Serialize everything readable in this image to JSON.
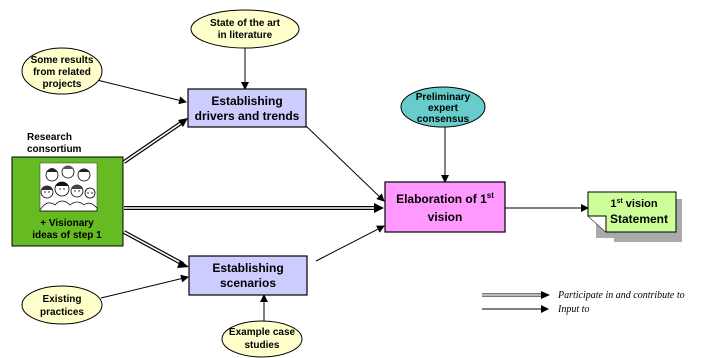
{
  "nodes": {
    "state_of_art": {
      "lines": [
        "State of the art",
        "in literature"
      ]
    },
    "related_projects": {
      "lines": [
        "Some results",
        "from related",
        "projects"
      ]
    },
    "existing_practices": {
      "lines": [
        "Existing",
        "practices"
      ]
    },
    "example_cases": {
      "lines": [
        "Example case",
        "studies"
      ]
    },
    "expert_consensus": {
      "lines": [
        "Preliminary",
        "expert",
        "consensus"
      ]
    },
    "research_consortium_label": {
      "lines": [
        "Research",
        "consortium"
      ]
    },
    "visionary_ideas": {
      "lines": [
        "+ Visionary",
        "ideas of step 1"
      ]
    },
    "drivers_trends": {
      "lines": [
        "Establishing",
        "drivers and trends"
      ]
    },
    "scenarios": {
      "lines": [
        "Establishing",
        "scenarios"
      ]
    },
    "elaboration": {
      "line1": "Elaboration of 1",
      "line1_sup": "st",
      "line2": "vision"
    },
    "vision_statement": {
      "line1_pre": "1",
      "line1_sup": "st",
      "line1_post": " vision",
      "line2": "Statement"
    }
  },
  "legend": {
    "participate": "Participate in and contribute to",
    "input": "Input to"
  },
  "colors": {
    "yellow_oval": "#ffffcc",
    "teal_oval": "#66cccc",
    "lavender_box": "#ccccff",
    "magenta_box": "#ff99ff",
    "green_box": "#66bb22",
    "note_fill": "#ccff99"
  }
}
